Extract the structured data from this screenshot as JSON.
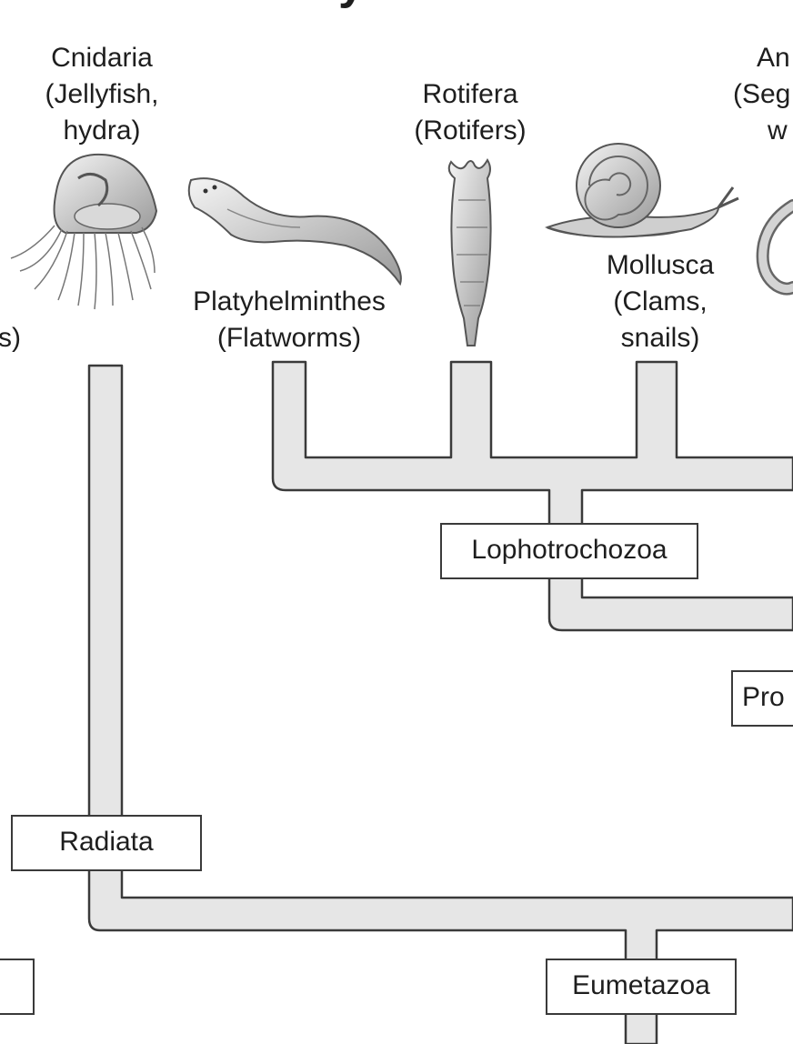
{
  "diagram": {
    "title_partial": "y",
    "taxa": {
      "cnidaria": {
        "name": "Cnidaria",
        "common_1": "(Jellyfish,",
        "common_2": "hydra)"
      },
      "rotifera": {
        "name": "Rotifera",
        "common": "(Rotifers)"
      },
      "annelida": {
        "name": "An",
        "common_1": "(Seg",
        "common_2": "w"
      },
      "platyhelminthes": {
        "name": "Platyhelminthes",
        "common": "(Flatworms)"
      },
      "mollusca": {
        "name": "Mollusca",
        "common_1": "(Clams,",
        "common_2": "snails)"
      },
      "left_cut": {
        "fragment_1": ")",
        "fragment_2": "s)"
      }
    },
    "clades": {
      "lophotrochozoa": "Lophotrochozoa",
      "protostomia": "Pro",
      "radiata": "Radiata",
      "eumetazoa": "Eumetazoa"
    },
    "colors": {
      "branch_fill": "#e6e6e6",
      "branch_stroke": "#3a3a3a",
      "label_box_border": "#3a3a3a",
      "text": "#1e1e1e"
    },
    "icons": [
      "jellyfish-icon",
      "flatworm-icon",
      "rotifer-icon",
      "snail-icon",
      "segmented-worm-icon"
    ]
  }
}
